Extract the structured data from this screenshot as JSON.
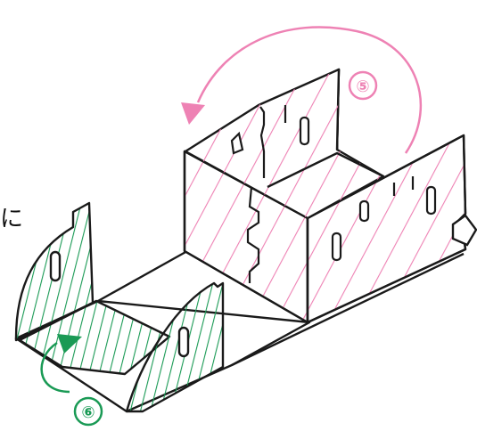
{
  "diagram": {
    "edge_text": "に",
    "steps": [
      {
        "label": "⑤",
        "color": "#ee82b4",
        "hatch_color": "#ee82b4",
        "direction": "counter-clockwise"
      },
      {
        "label": "⑥",
        "color": "#1a9a55",
        "hatch_color": "#1a9a55",
        "direction": "clockwise"
      }
    ],
    "line_color": "#1a1a1a",
    "background": "#ffffff"
  }
}
